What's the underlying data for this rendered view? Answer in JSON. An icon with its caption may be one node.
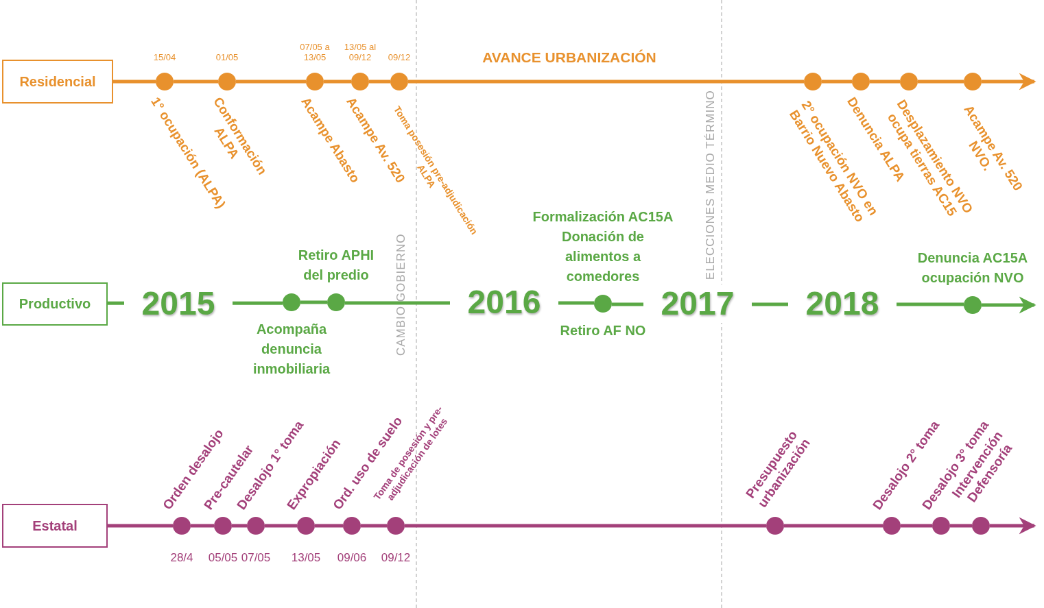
{
  "diagram": {
    "nodes": [
      {
        "text": [
          "Residencial"
        ]
      },
      {
        "text": [],
        "shape": "circle",
        "beside": [
          "1° ocupación (ALPA)",
          "15/04"
        ]
      },
      {
        "text": [],
        "shape": "circle",
        "beside": [
          "Conformación ALPA",
          "01/05"
        ]
      },
      {
        "text": [],
        "shape": "circle",
        "beside": [
          "Acampe Abasto",
          "07/05 a 13/05"
        ]
      },
      {
        "text": [],
        "shape": "circle",
        "beside": [
          "Acampe Av. 520",
          "13/05 al 09/12"
        ]
      },
      {
        "text": [],
        "shape": "circle",
        "beside": [
          "Toma posesión pre-adjudicación ALPA",
          "09/12"
        ]
      },
      {
        "text": [],
        "shape": "circle",
        "beside": [
          "2° ocupación NVO en Barrio Nuevo Abasto"
        ]
      },
      {
        "text": [],
        "shape": "circle",
        "beside": [
          "Denuncia ALPA"
        ]
      },
      {
        "text": [],
        "shape": "circle",
        "beside": [
          "Desplazamiento NVO ocupa tierras AC15"
        ]
      },
      {
        "text": [],
        "shape": "circle",
        "beside": [
          "Acampe Av. 520 NVO."
        ]
      },
      {
        "text": [
          "Productivo"
        ]
      },
      {
        "text": [],
        "shape": "circle",
        "beside": [
          "Acompaña denuncia inmobiliaria"
        ]
      },
      {
        "text": [],
        "shape": "circle",
        "beside": [
          "Retiro APHI del predio"
        ]
      },
      {
        "text": [],
        "shape": "circle",
        "beside": [
          "Formalización AC15A Donación de alimentos a comedores",
          "Retiro AF NO"
        ]
      },
      {
        "text": [],
        "shape": "circle",
        "beside": [
          "Denuncia AC15A ocupación NVO"
        ]
      },
      {
        "text": [
          "Estatal"
        ]
      },
      {
        "text": [],
        "shape": "circle",
        "beside": [
          "Orden desalojo",
          "28/4"
        ]
      },
      {
        "text": [],
        "shape": "circle",
        "beside": [
          "Pre-cautelar",
          "05/05"
        ]
      },
      {
        "text": [],
        "shape": "circle",
        "beside": [
          "Desalojo 1° toma",
          "07/05"
        ]
      },
      {
        "text": [],
        "shape": "circle",
        "beside": [
          "Expropiación",
          "13/05"
        ]
      },
      {
        "text": [],
        "shape": "circle",
        "beside": [
          "Ord. uso de suelo",
          "09/06"
        ]
      },
      {
        "text": [],
        "shape": "circle",
        "beside": [
          "Toma de posesión y pre-adjudicación de lotes",
          "09/12"
        ]
      },
      {
        "text": [],
        "shape": "circle",
        "beside": [
          "Presupuesto urbanización"
        ]
      },
      {
        "text": [],
        "shape": "circle",
        "beside": [
          "Desalojo 2° toma"
        ]
      },
      {
        "text": [],
        "shape": "circle",
        "beside": [
          "Desalojo 3° toma"
        ]
      },
      {
        "text": [],
        "shape": "circle",
        "beside": [
          "Intervención Defensoría"
        ]
      }
    ],
    "edges": [
      {
        "from": 0,
        "to": 1,
        "arrow": "none",
        "color": "#e8912d"
      },
      {
        "from": 1,
        "to": 2,
        "arrow": "none",
        "color": "#e8912d"
      },
      {
        "from": 2,
        "to": 3,
        "arrow": "none",
        "color": "#e8912d"
      },
      {
        "from": 3,
        "to": 4,
        "arrow": "none",
        "color": "#e8912d"
      },
      {
        "from": 4,
        "to": 5,
        "arrow": "none",
        "color": "#e8912d"
      },
      {
        "from": 5,
        "to": 6,
        "arrow": "none",
        "color": "#e8912d"
      },
      {
        "from": 6,
        "to": 7,
        "arrow": "none",
        "color": "#e8912d"
      },
      {
        "from": 7,
        "to": 8,
        "arrow": "none",
        "color": "#e8912d"
      },
      {
        "from": 8,
        "to": 9,
        "arrow": "none",
        "color": "#e8912d"
      },
      {
        "from": 9,
        "to": null,
        "arrow": "to",
        "color": "#e8912d"
      },
      {
        "from": 10,
        "to": 11,
        "arrow": "none",
        "color": "#5aa845"
      },
      {
        "from": 11,
        "to": 12,
        "arrow": "none",
        "color": "#5aa845"
      },
      {
        "from": 12,
        "to": 13,
        "arrow": "none",
        "color": "#5aa845"
      },
      {
        "from": 13,
        "to": 14,
        "arrow": "none",
        "color": "#5aa845"
      },
      {
        "from": 14,
        "to": null,
        "arrow": "to",
        "color": "#5aa845"
      },
      {
        "from": 15,
        "to": 16,
        "arrow": "none"
      },
      {
        "from": 16,
        "to": 17,
        "arrow": "none"
      },
      {
        "from": 17,
        "to": 18,
        "arrow": "none"
      },
      {
        "from": 18,
        "to": 19,
        "arrow": "none"
      },
      {
        "from": 19,
        "to": 20,
        "arrow": "none"
      },
      {
        "from": 20,
        "to": 21,
        "arrow": "none"
      },
      {
        "from": 21,
        "to": 22,
        "arrow": "none"
      },
      {
        "from": 22,
        "to": 23,
        "arrow": "none"
      },
      {
        "from": 23,
        "to": 24,
        "arrow": "none"
      },
      {
        "from": 24,
        "to": 25,
        "arrow": "none"
      },
      {
        "from": 25,
        "to": null,
        "arrow": "to"
      }
    ],
    "labels": [
      "AVANCE URBANIZACIÓN",
      "CAMBIO GOBIERNO",
      "ELECCIONES MEDIO TÉRMINO",
      "2015",
      "2016",
      "2017",
      "2018"
    ]
  }
}
